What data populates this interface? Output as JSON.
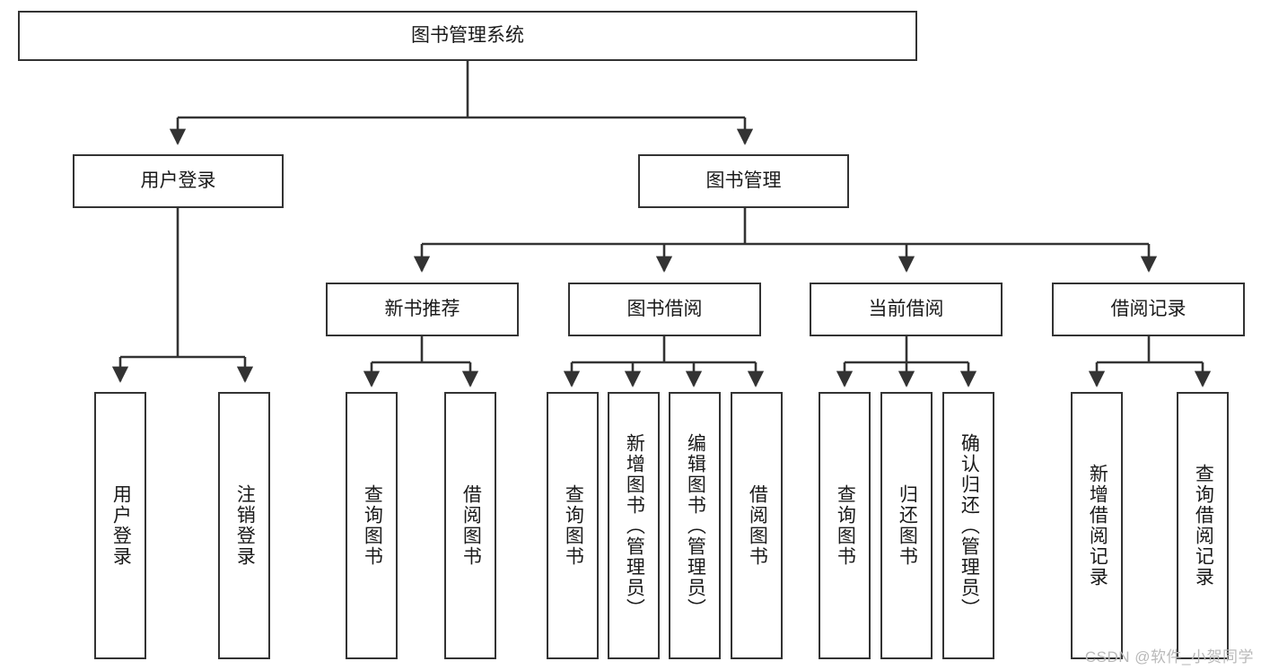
{
  "diagram": {
    "title": "图书管理系统",
    "type": "tree-hierarchy",
    "watermark": "CSDN @软件_小贺同学",
    "colors": {
      "node_border": "#333333",
      "node_fill": "#ffffff",
      "edge": "#333333",
      "text": "#1a1a1a",
      "watermark": "#b9b9b9"
    },
    "levels": {
      "root": {
        "label": "图书管理系统"
      },
      "modules": [
        {
          "id": "m1",
          "label": "用户登录"
        },
        {
          "id": "m2",
          "label": "图书管理"
        }
      ],
      "submodules": [
        {
          "id": "s1",
          "label": "新书推荐",
          "parent": "m2"
        },
        {
          "id": "s2",
          "label": "图书借阅",
          "parent": "m2"
        },
        {
          "id": "s3",
          "label": "当前借阅",
          "parent": "m2"
        },
        {
          "id": "s4",
          "label": "借阅记录",
          "parent": "m2"
        }
      ],
      "leaves": [
        {
          "id": "l1",
          "label": "用户登录",
          "parent": "m1"
        },
        {
          "id": "l2",
          "label": "注销登录",
          "parent": "m1"
        },
        {
          "id": "l3",
          "label": "查询图书",
          "parent": "s1"
        },
        {
          "id": "l4",
          "label": "借阅图书",
          "parent": "s1"
        },
        {
          "id": "l5",
          "label": "查询图书",
          "parent": "s2"
        },
        {
          "id": "l6",
          "label": "新增图书（管理员）",
          "parent": "s2"
        },
        {
          "id": "l7",
          "label": "编辑图书（管理员）",
          "parent": "s2"
        },
        {
          "id": "l8",
          "label": "借阅图书",
          "parent": "s2"
        },
        {
          "id": "l9",
          "label": "查询图书",
          "parent": "s3"
        },
        {
          "id": "l10",
          "label": "归还图书",
          "parent": "s3"
        },
        {
          "id": "l11",
          "label": "确认归还（管理员）",
          "parent": "s3"
        },
        {
          "id": "l12",
          "label": "新增借阅记录",
          "parent": "s4"
        },
        {
          "id": "l13",
          "label": "查询借阅记录",
          "parent": "s4"
        }
      ]
    }
  }
}
